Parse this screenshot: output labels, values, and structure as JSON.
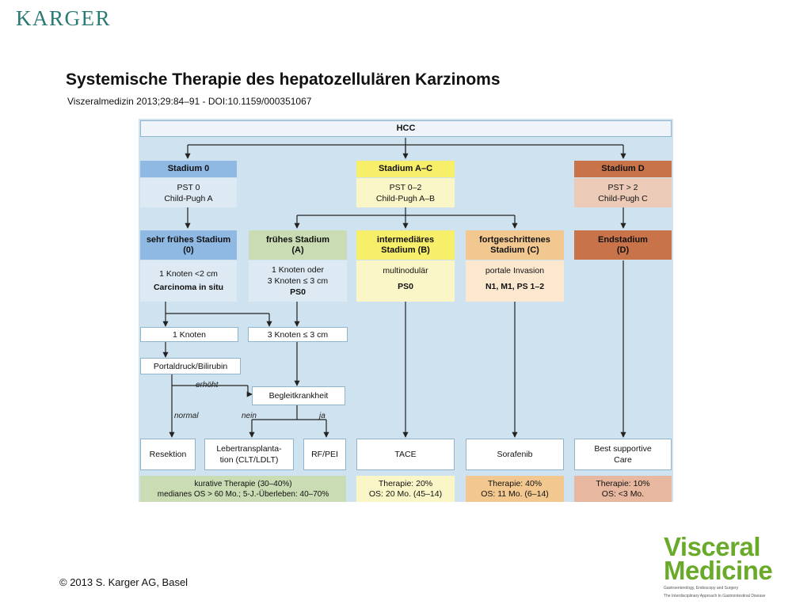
{
  "header": {
    "publisher": "KARGER",
    "title": "Systemische Therapie des hepatozellulären Karzinoms",
    "citation": "Viszeralmedizin 2013;29:84–91 -  DOI:10.1159/000351067"
  },
  "footer": {
    "copyright": "© 2013 S. Karger AG, Basel",
    "journal_logo_line1": "Visceral",
    "journal_logo_line2": "Medicine",
    "journal_logo_tagline1": "Gastroenterology, Endoscopy and Surgery",
    "journal_logo_tagline2": "The Interdisciplinary Approach to Gastrointestinal Disease"
  },
  "colors": {
    "figure_bg": "#cfe2ef",
    "hcc": "#eef4f9",
    "stage0": "#8fb9e3",
    "stage_a": "#c9dcb3",
    "stage_ac": "#f7ee6a",
    "stage_c": "#f3c890",
    "stage_d": "#c8734a",
    "light0": "#dde9f3",
    "light_ac": "#fbf6c7",
    "light_c": "#fbe8cf",
    "light_d": "#ebcab8",
    "text_d": "#f6e2d8"
  },
  "diagram": {
    "hcc": "HCC",
    "stadium0": {
      "label": "Stadium 0",
      "line1": "PST 0",
      "line2": "Child-Pugh A"
    },
    "stadiumAC": {
      "label": "Stadium A–C",
      "line1": "PST 0–2",
      "line2": "Child-Pugh A–B"
    },
    "stadiumD": {
      "label": "Stadium D",
      "line1": "PST > 2",
      "line2": "Child-Pugh C"
    },
    "sehr_frueh": {
      "label1": "sehr frühes Stadium",
      "label2": "(0)",
      "line1": "1 Knoten <2 cm",
      "line2": "Carcinoma in situ"
    },
    "frueh": {
      "label1": "frühes Stadium",
      "label2": "(A)",
      "line1": "1 Knoten oder",
      "line2": "3 Knoten ≤ 3 cm",
      "line3": "PS0"
    },
    "intermediaer": {
      "label1": "intermediäres",
      "label2": "Stadium (B)",
      "line1": "multinodulär",
      "line2": "PS0"
    },
    "fortgeschritten": {
      "label1": "fortgeschrittenes",
      "label2": "Stadium (C)",
      "line1": "portale Invasion",
      "line2": "N1, M1, PS 1–2"
    },
    "end": {
      "label1": "Endstadium",
      "label2": "(D)"
    },
    "ein_knoten": "1 Knoten",
    "drei_knoten": "3 Knoten ≤ 3 cm",
    "portaldruck": "Portaldruck/Bilirubin",
    "begleit": "Begleitkrankheit",
    "erhoeht": "erhöht",
    "normal": "normal",
    "nein": "nein",
    "ja": "ja",
    "resektion": "Resektion",
    "lebertx1": "Lebertransplanta-",
    "lebertx2": "tion (CLT/LDLT)",
    "rfpei": "RF/PEI",
    "tace": "TACE",
    "sorafenib": "Sorafenib",
    "bsc1": "Best supportive",
    "bsc2": "Care",
    "out_kurativ1": "kurative Therapie (30–40%)",
    "out_kurativ2": "medianes OS > 60 Mo.; 5-J.-Überleben: 40–70%",
    "out_tace1": "Therapie: 20%",
    "out_tace2": "OS: 20 Mo. (45–14)",
    "out_sora1": "Therapie: 40%",
    "out_sora2": "OS: 11 Mo. (6–14)",
    "out_bsc1": "Therapie: 10%",
    "out_bsc2": "OS: <3 Mo."
  }
}
